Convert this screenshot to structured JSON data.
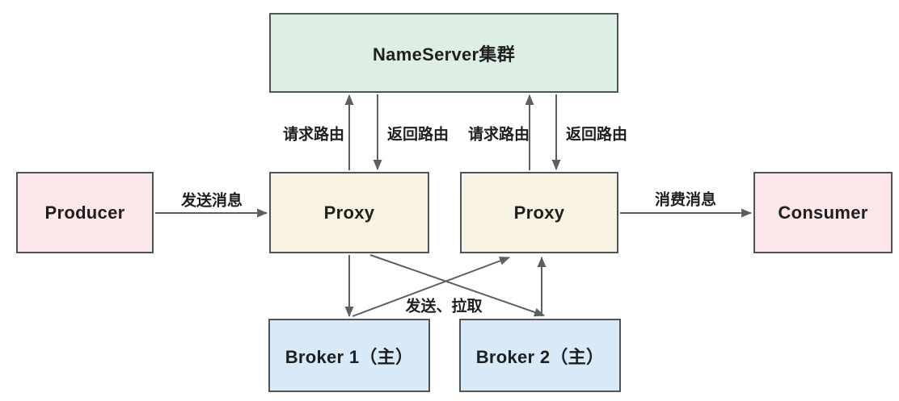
{
  "diagram": {
    "nodes": {
      "nameserver": {
        "label": "NameServer集群",
        "fill": "#ddefe4"
      },
      "producer": {
        "label": "Producer",
        "fill": "#fbe6e9"
      },
      "proxy1": {
        "label": "Proxy",
        "fill": "#f8f2e2"
      },
      "proxy2": {
        "label": "Proxy",
        "fill": "#f8f2e2"
      },
      "consumer": {
        "label": "Consumer",
        "fill": "#fbe6e9"
      },
      "broker1": {
        "label": "Broker 1（主）",
        "fill": "#d8e9f7"
      },
      "broker2": {
        "label": "Broker 2（主）",
        "fill": "#d8e9f7"
      }
    },
    "edge_labels": {
      "send_message": "发送消息",
      "request_route_left": "请求路由",
      "return_route_left": "返回路由",
      "request_route_right": "请求路由",
      "return_route_right": "返回路由",
      "consume_message": "消费消息",
      "send_pull": "发送、拉取"
    },
    "colors": {
      "background": "#ffffff",
      "border": "#505456",
      "arrow": "#5b6062",
      "text": "#1f1f1f"
    }
  }
}
